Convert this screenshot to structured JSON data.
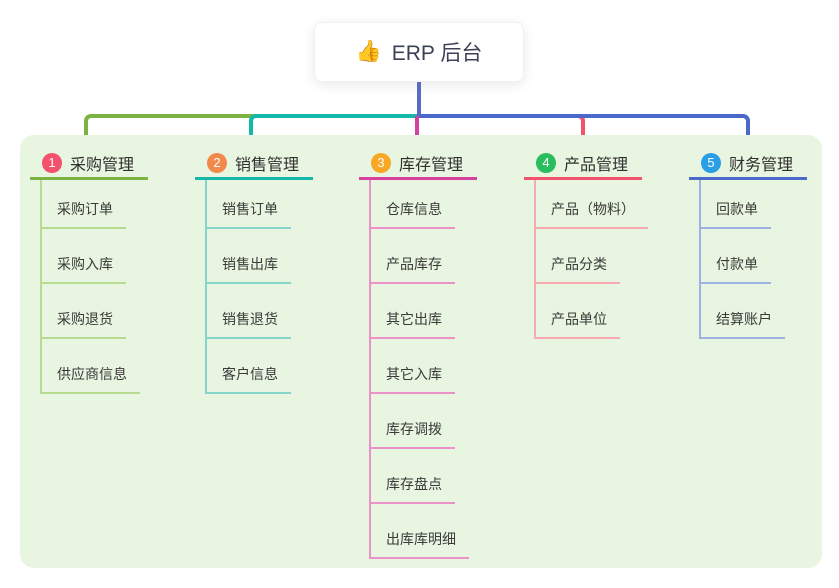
{
  "root": {
    "icon": "👍",
    "title": "ERP 后台"
  },
  "branches": [
    {
      "num": "1",
      "label": "采购管理",
      "color": "#7cb342",
      "light_color": "#b7db90",
      "badge_color": "#f4516c",
      "children": [
        "采购订单",
        "采购入库",
        "采购退货",
        "供应商信息"
      ]
    },
    {
      "num": "2",
      "label": "销售管理",
      "color": "#14b8ab",
      "light_color": "#84d6cd",
      "badge_color": "#f2894b",
      "children": [
        "销售订单",
        "销售出库",
        "销售退货",
        "客户信息"
      ]
    },
    {
      "num": "3",
      "label": "库存管理",
      "color": "#d6409f",
      "light_color": "#ea92c8",
      "badge_color": "#f9a825",
      "children": [
        "仓库信息",
        "产品库存",
        "其它出库",
        "其它入库",
        "库存调拨",
        "库存盘点",
        "出库库明细"
      ]
    },
    {
      "num": "4",
      "label": "产品管理",
      "color": "#f4516c",
      "light_color": "#f8a9b2",
      "badge_color": "#2abd5d",
      "children": [
        "产品（物料）",
        "产品分类",
        "产品单位"
      ]
    },
    {
      "num": "5",
      "label": "财务管理",
      "color": "#4a69c8",
      "light_color": "#9fb1e2",
      "badge_color": "#2a9fe5",
      "children": [
        "回款单",
        "付款单",
        "结算账户"
      ]
    }
  ],
  "colors": {
    "canvas_background": "#ffffff",
    "panel_background": "#e8f5e0",
    "root_connector": "#5b6bc5",
    "text": "#333333"
  }
}
